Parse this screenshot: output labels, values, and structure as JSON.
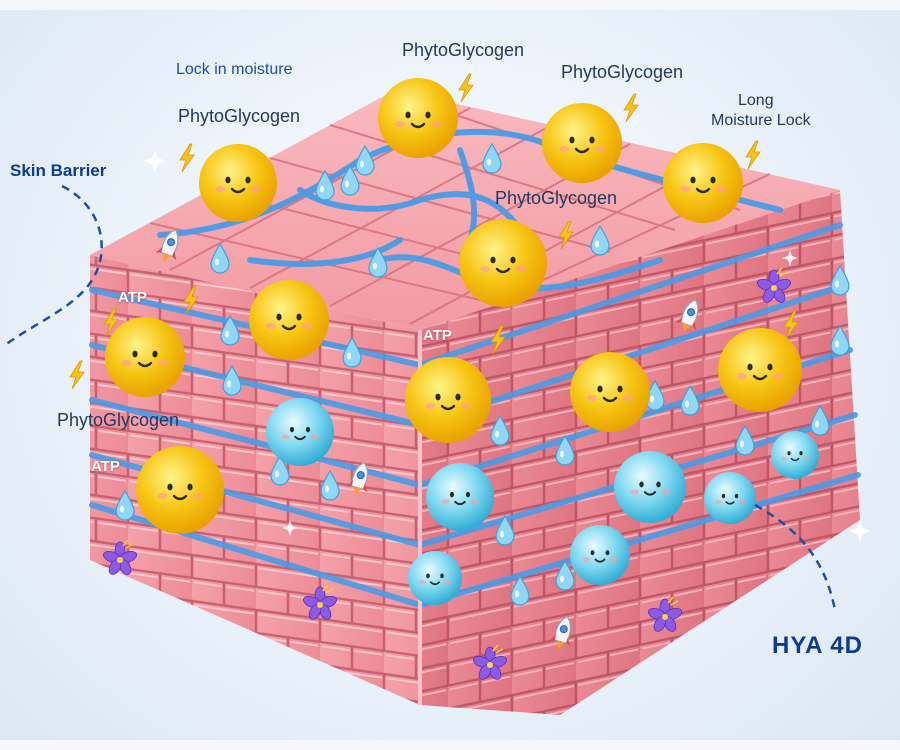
{
  "labels": {
    "skin_barrier": "Skin Barrier",
    "hya_4d": "HYA 4D",
    "lock_in_moisture": "Lock in moisture",
    "long_moisture_lock_1": "Long",
    "long_moisture_lock_2": "Moisture Lock",
    "phytoglycogen": "PhytoGlycogen",
    "atp": "ATP"
  },
  "colors": {
    "brick_top": "#f5a6ad",
    "brick_side": "#e8848f",
    "mortar": "#4a9be6",
    "yellow_ball": "#f7c514",
    "blue_ball": "#6fd3ec",
    "title_blue": "#0f3b8c"
  }
}
